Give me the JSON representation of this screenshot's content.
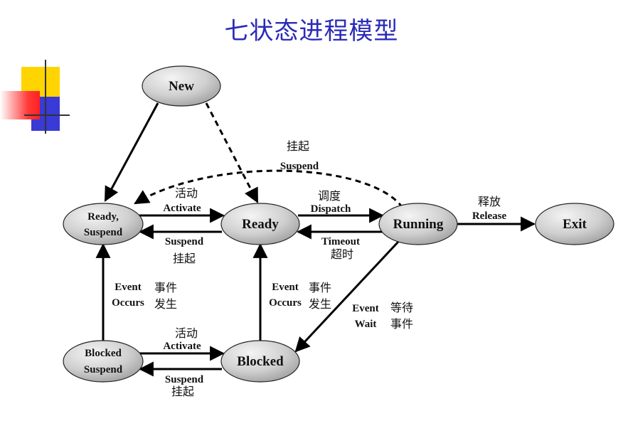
{
  "title": "七状态进程模型",
  "colors": {
    "title": "#2b2bb8",
    "node_fill_light": "#f4f4f4",
    "node_fill_dark": "#9a9a9a",
    "arrow": "#000000",
    "deco_yellow": "#ffd400",
    "deco_red": "#ff3b3b",
    "deco_blue": "#3a3ad6"
  },
  "nodes": {
    "new": "New",
    "ready_suspend_line1": "Ready,",
    "ready_suspend_line2": "Suspend",
    "ready": "Ready",
    "running": "Running",
    "exit": "Exit",
    "blocked_suspend_line1": "Blocked",
    "blocked_suspend_line2": "Suspend",
    "blocked": "Blocked"
  },
  "labels": {
    "suspend_top_cn": "挂起",
    "suspend_top_en": "Suspend",
    "activate_top_cn": "活动",
    "activate_top_en": "Activate",
    "dispatch_cn": "调度",
    "dispatch_en": "Dispatch",
    "release_cn": "释放",
    "release_en": "Release",
    "suspend_mid_en": "Suspend",
    "suspend_mid_cn": "挂起",
    "timeout_en": "Timeout",
    "timeout_cn": "超时",
    "event_left_en1": "Event",
    "event_left_en2": "Occurs",
    "event_left_cn1": "事件",
    "event_left_cn2": "发生",
    "event_mid_en1": "Event",
    "event_mid_en2": "Occurs",
    "event_mid_cn1": "事件",
    "event_mid_cn2": "发生",
    "wait_en1": "Event",
    "wait_en2": "Wait",
    "wait_cn1": "等待",
    "wait_cn2": "事件",
    "activate_bot_cn": "活动",
    "activate_bot_en": "Activate",
    "suspend_bot_en": "Suspend",
    "suspend_bot_cn": "挂起"
  }
}
